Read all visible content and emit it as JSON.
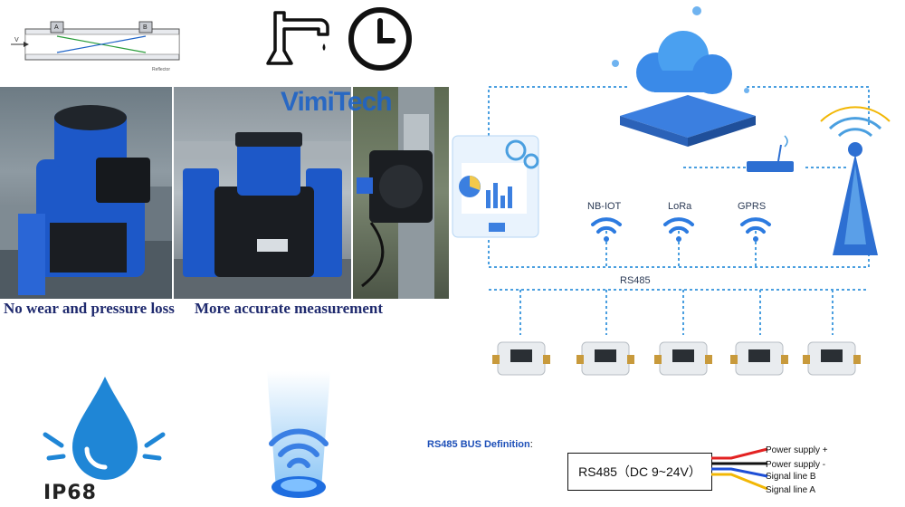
{
  "brand": {
    "watermark": "VimiTech"
  },
  "diagram": {
    "label_a": "A",
    "label_b": "B",
    "label_v": "V",
    "label_reflector": "Reflector"
  },
  "captions": {
    "left": "No wear and pressure loss",
    "right": "More accurate measurement"
  },
  "network": {
    "labels": [
      "NB-IOT",
      "LoRa",
      "GPRS"
    ],
    "bus": "RS485"
  },
  "ip_rating": "IP68",
  "rs485": {
    "title": "RS485 BUS Definition",
    "title_suffix": ":",
    "box": "RS485（DC 9~24V）",
    "wires": [
      {
        "label": "Power supply +",
        "color": "#e32222"
      },
      {
        "label": "Power supply -",
        "color": "#111111"
      },
      {
        "label": "Signal line B",
        "color": "#1e4fd6"
      },
      {
        "label": "Signal line A",
        "color": "#f2b705"
      }
    ]
  },
  "colors": {
    "accent": "#1e63c7",
    "network_line": "#4a9fe0",
    "meter_blue": "#1d58c8"
  }
}
